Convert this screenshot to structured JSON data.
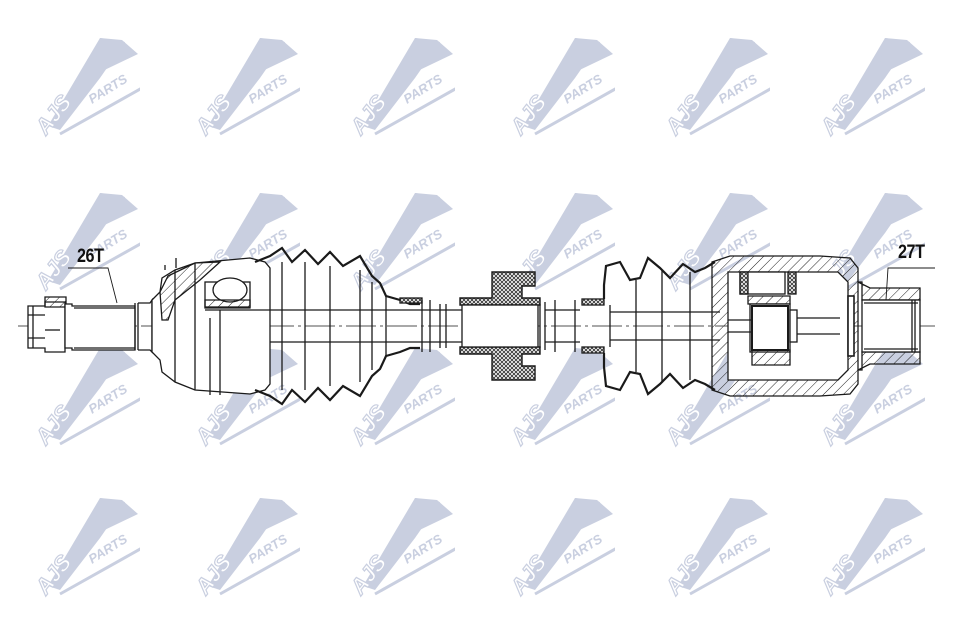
{
  "diagram": {
    "subject": "Drive shaft (CV axle) technical cross-section drawing",
    "labels": {
      "left_spline": "26T",
      "right_spline": "27T"
    },
    "watermark": {
      "text_primary": "AJS",
      "text_secondary": "PARTS",
      "color": "#c9cfe0",
      "grid": {
        "columns": 6,
        "rows": 4
      }
    },
    "components": [
      "outer-spline-shaft",
      "outer-cv-joint",
      "outer-boot",
      "main-shaft",
      "damper-weight",
      "inner-boot",
      "inner-tripod-joint",
      "inner-spline-socket"
    ],
    "colors": {
      "line": "#1a1a1a",
      "background": "#ffffff",
      "watermark": "#c9cfe0"
    }
  }
}
